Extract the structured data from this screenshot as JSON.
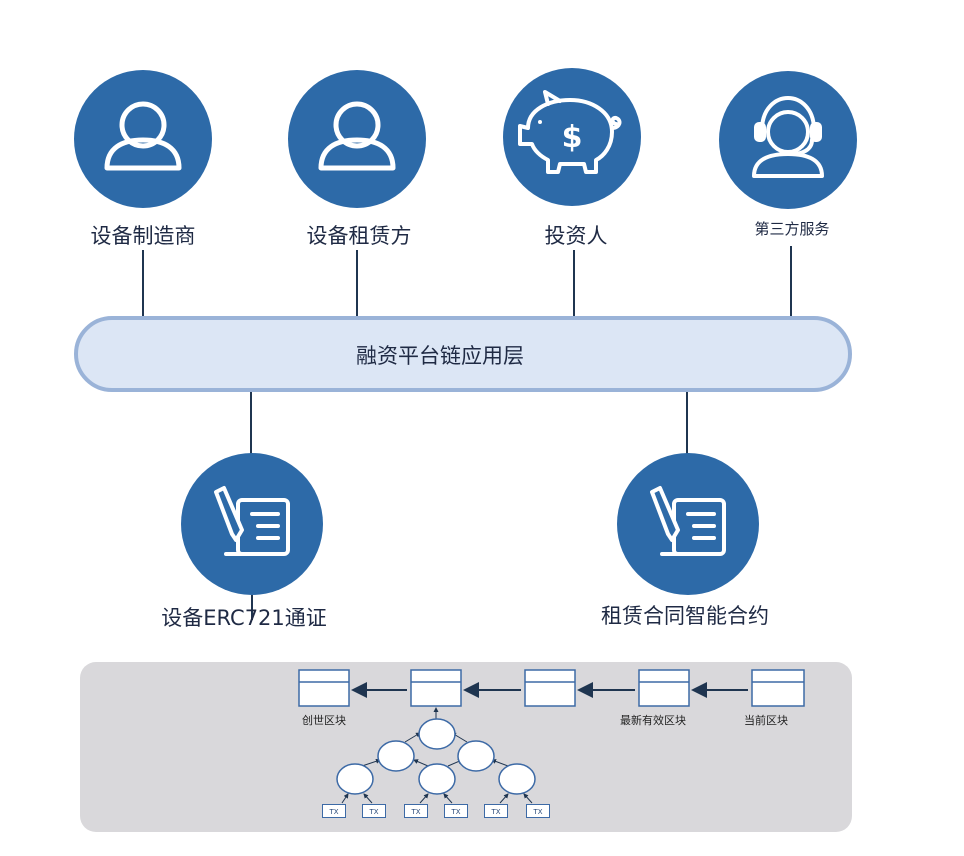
{
  "participants": [
    {
      "label": "设备制造商",
      "icon": "user-icon"
    },
    {
      "label": "设备租赁方",
      "icon": "user-icon"
    },
    {
      "label": "投资人",
      "icon": "piggy-bank-icon"
    },
    {
      "label": "第三方服务",
      "icon": "headset-icon"
    }
  ],
  "platform": {
    "label": "融资平台链应用层"
  },
  "contracts": [
    {
      "label": "设备ERC721通证",
      "icon": "contract-pen-icon"
    },
    {
      "label": "租赁合同智能合约",
      "icon": "contract-pen-icon"
    }
  ],
  "chain": {
    "genesis_label": "创世区块",
    "latest_valid_label": "最新有效区块",
    "current_label": "当前区块",
    "tx_label": "TX"
  },
  "colors": {
    "circle": "#2d6aa8",
    "line": "#1f3550",
    "platform_fill": "#dce6f5",
    "platform_border": "#9ab3d8",
    "panel": "#d9d8db"
  }
}
